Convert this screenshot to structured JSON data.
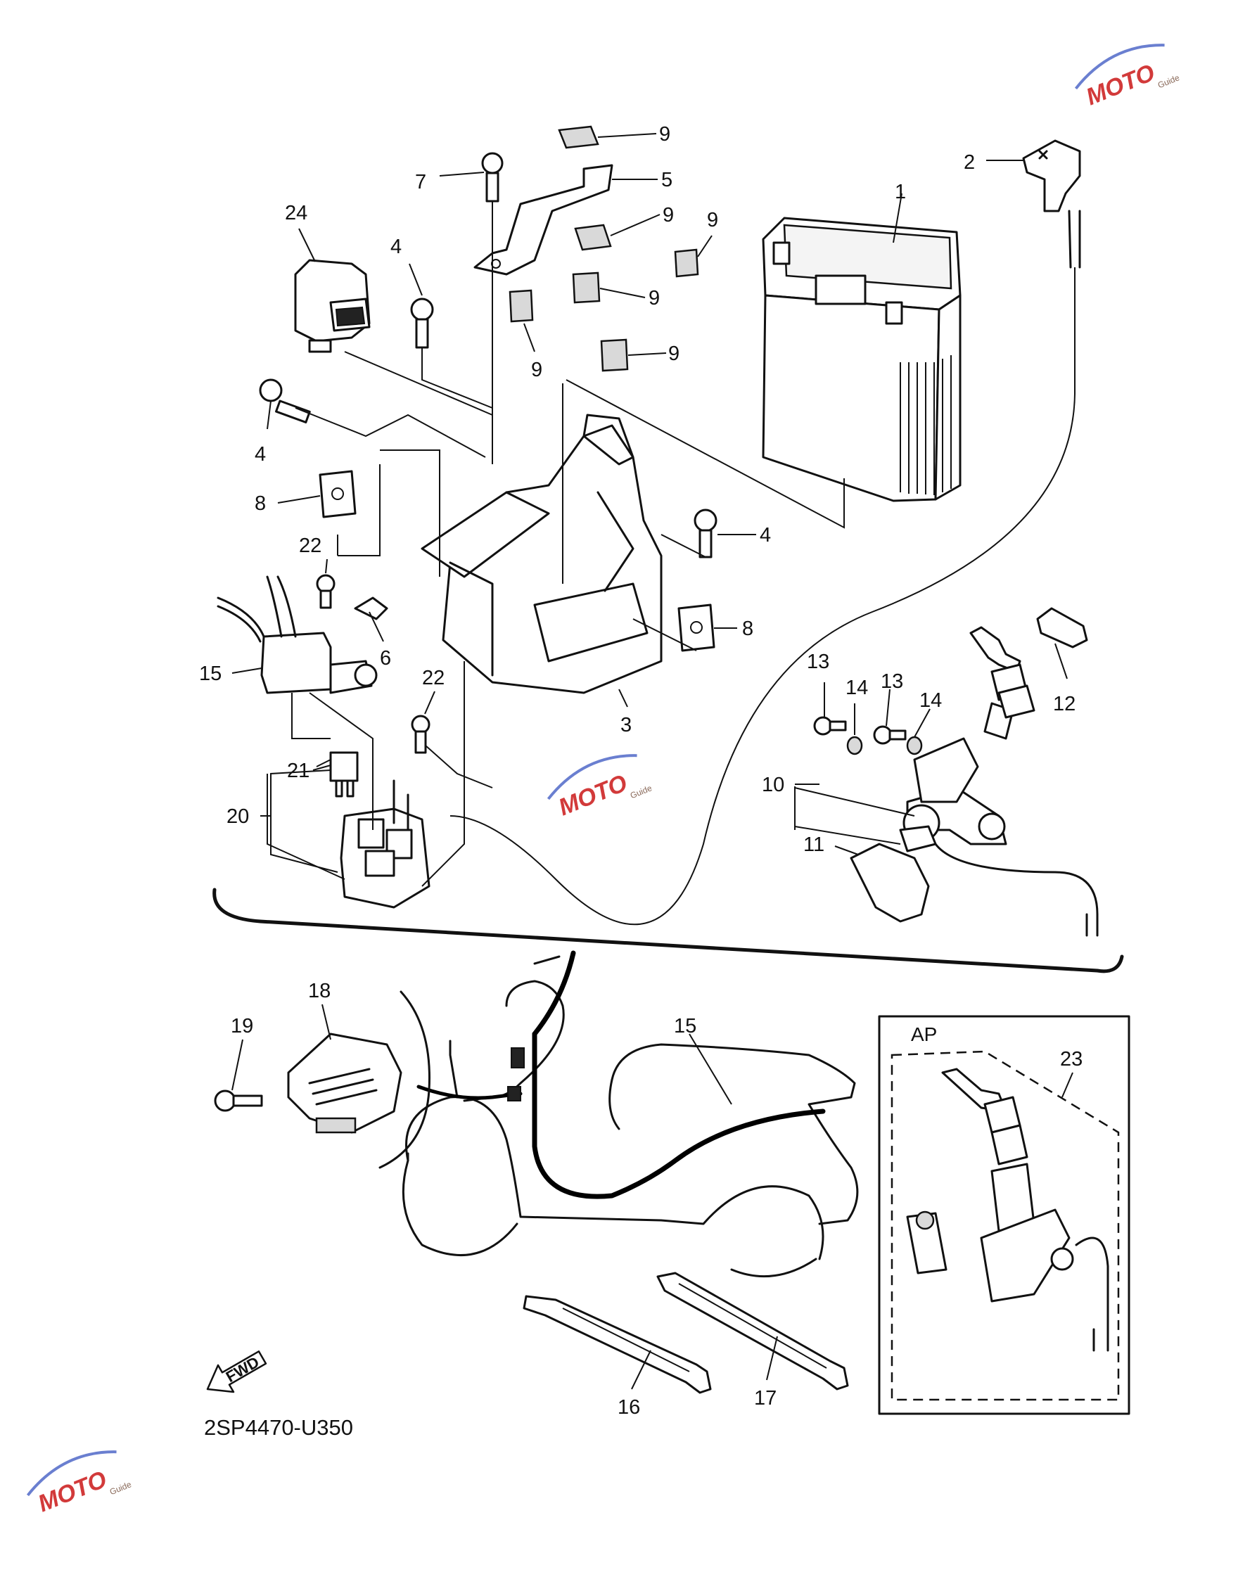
{
  "diagram": {
    "code": "2SP4470-U350",
    "boxLabel": "AP",
    "fwdLabel": "FWD",
    "callouts": [
      "1",
      "2",
      "3",
      "4",
      "4",
      "4",
      "5",
      "6",
      "7",
      "8",
      "8",
      "9",
      "9",
      "9",
      "9",
      "9",
      "9",
      "9",
      "10",
      "11",
      "12",
      "13",
      "13",
      "14",
      "14",
      "15",
      "15",
      "16",
      "17",
      "18",
      "19",
      "20",
      "21",
      "22",
      "22",
      "23",
      "24"
    ]
  },
  "watermark": {
    "brand": "MOTO",
    "sub": "Guide",
    "colors": {
      "red": "#d23a3a",
      "blue": "#6a7fd0"
    }
  }
}
